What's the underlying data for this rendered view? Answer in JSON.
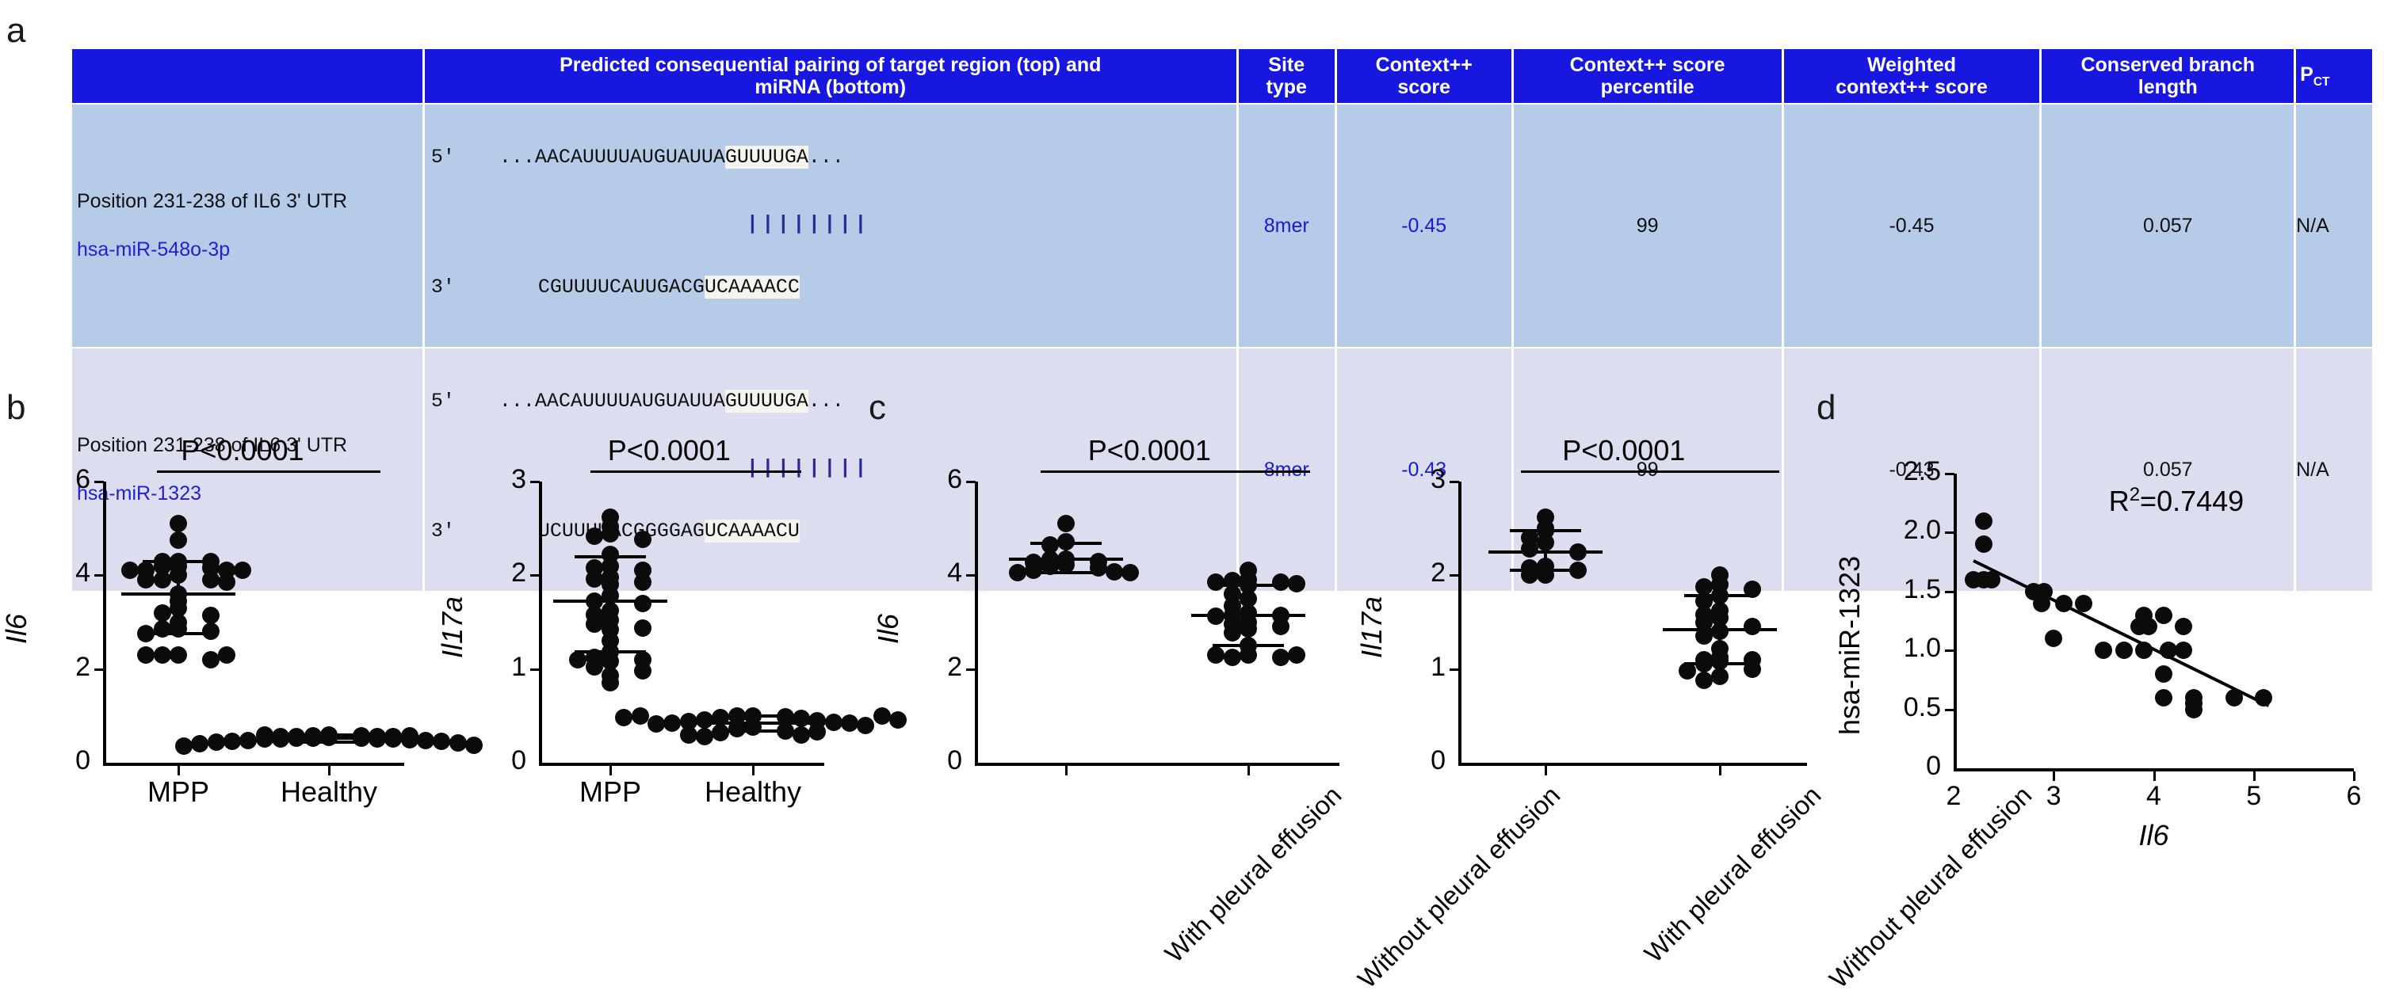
{
  "panels": {
    "a": "a",
    "b": "b",
    "c": "c",
    "d": "d"
  },
  "table": {
    "headers": [
      "",
      "Predicted consequential pairing of target region (top) and miRNA (bottom)",
      "Site type",
      "Context++ score",
      "Context++ score percentile",
      "Weighted context++ score",
      "Conserved branch length",
      "PCT"
    ],
    "header_site_type_l1": "Site",
    "header_site_type_l2": "type",
    "header_ctx_l1": "Context++",
    "header_ctx_l2": "score",
    "header_ctxp_l1": "Context++ score",
    "header_ctxp_l2": "percentile",
    "header_wctx_l1": "Weighted",
    "header_wctx_l2": "context++ score",
    "header_cbl_l1": "Conserved branch",
    "header_cbl_l2": "length",
    "header_pairing_l1": "Predicted consequential pairing of target region (top) and",
    "header_pairing_l2": "miRNA (bottom)",
    "header_pct_main": "P",
    "header_pct_sub": "CT",
    "rows": [
      {
        "position": "Position 231-238 of IL6 3' UTR",
        "mirna": "hsa-miR-548o-3p",
        "five_prime": "5'",
        "three_prime": "3'",
        "target_pre": "...AACAUUUUAUGUAUUA",
        "target_seed": "GUUUUGA",
        "target_post": "...",
        "bars": "||||||||",
        "mirna_pre": "CGUUUUCAUUGACG",
        "mirna_seed": "UCAAAACC",
        "site_type": "8mer",
        "context_score": "-0.45",
        "context_percentile": "99",
        "weighted_context": "-0.45",
        "branch_length": "0.057",
        "pct": "N/A"
      },
      {
        "position": "Position 231-238 of IL6 3' UTR",
        "mirna": "hsa-miR-1323",
        "five_prime": "5'",
        "three_prime": "3'",
        "target_pre": "...AACAUUUUAUGUAUUA",
        "target_seed": "GUUUUGA",
        "target_post": "...",
        "bars": "||||||||",
        "mirna_pre": "UCUUUUACGGGGAG",
        "mirna_seed": "UCAAAACU",
        "site_type": "8mer",
        "context_score": "-0.43",
        "context_percentile": "99",
        "weighted_context": "-0.43",
        "branch_length": "0.057",
        "pct": "N/A"
      }
    ]
  },
  "chart_data": [
    {
      "id": "b1",
      "type": "scatter",
      "panel": "b",
      "ylabel": "Il6",
      "xlabel": "",
      "ylim": [
        0,
        6
      ],
      "yticks": [
        "0",
        "2",
        "4",
        "6"
      ],
      "ytick_values": [
        0,
        2,
        4,
        6
      ],
      "annotation": "P<0.0001",
      "categories": [
        "MPP",
        "Healthy"
      ],
      "groups": [
        {
          "name": "MPP",
          "mean": 3.6,
          "sd_upper": 4.3,
          "sd_lower": 2.75,
          "values": [
            5.1,
            4.75,
            4.3,
            4.3,
            4.3,
            4.2,
            4.2,
            4.15,
            4.1,
            4.1,
            4.1,
            4.1,
            4.0,
            3.9,
            3.9,
            3.9,
            3.85,
            3.6,
            3.45,
            3.3,
            3.2,
            3.15,
            3.0,
            2.85,
            2.85,
            2.8,
            2.75,
            2.3,
            2.3,
            2.2,
            2.3,
            2.3
          ]
        },
        {
          "name": "Healthy",
          "mean": 0.52,
          "sd_upper": 0.6,
          "sd_lower": 0.44,
          "values": [
            0.6,
            0.58,
            0.57,
            0.56,
            0.55,
            0.55,
            0.54,
            0.53,
            0.52,
            0.52,
            0.51,
            0.5,
            0.5,
            0.5,
            0.49,
            0.48,
            0.47,
            0.46,
            0.45,
            0.44,
            0.42,
            0.4,
            0.38,
            0.36,
            0.55,
            0.6,
            0.58
          ]
        }
      ]
    },
    {
      "id": "b2",
      "type": "scatter",
      "panel": "b",
      "ylabel": "Il17a",
      "xlabel": "",
      "ylim": [
        0,
        3
      ],
      "yticks": [
        "0",
        "1",
        "2",
        "3"
      ],
      "ytick_values": [
        0,
        1,
        2,
        3
      ],
      "annotation": "P<0.0001",
      "categories": [
        "MPP",
        "Healthy"
      ],
      "groups": [
        {
          "name": "MPP",
          "mean": 1.72,
          "sd_upper": 2.2,
          "sd_lower": 1.18,
          "values": [
            2.62,
            2.52,
            2.44,
            2.42,
            2.38,
            2.22,
            2.1,
            2.08,
            2.05,
            1.98,
            1.96,
            1.93,
            1.9,
            1.78,
            1.72,
            1.7,
            1.62,
            1.58,
            1.52,
            1.48,
            1.44,
            1.42,
            1.3,
            1.18,
            1.12,
            1.1,
            1.1,
            1.08,
            1.02,
            0.98,
            0.93,
            0.85
          ]
        },
        {
          "name": "Healthy",
          "mean": 0.42,
          "sd_upper": 0.5,
          "sd_lower": 0.34,
          "values": [
            0.5,
            0.5,
            0.49,
            0.48,
            0.47,
            0.46,
            0.45,
            0.44,
            0.43,
            0.42,
            0.42,
            0.41,
            0.4,
            0.38,
            0.36,
            0.34,
            0.32,
            0.3,
            0.28,
            0.5,
            0.5,
            0.48,
            0.46,
            0.33,
            0.3
          ]
        }
      ]
    },
    {
      "id": "c1",
      "type": "scatter",
      "panel": "c",
      "ylabel": "Il6",
      "xlabel": "",
      "ylim": [
        0,
        6
      ],
      "yticks": [
        "0",
        "2",
        "4",
        "6"
      ],
      "ytick_values": [
        0,
        2,
        4,
        6
      ],
      "annotation": "P<0.0001",
      "categories": [
        "With pleural effusion",
        "Without pleural effusion"
      ],
      "groups": [
        {
          "name": "With pleural effusion",
          "mean": 4.35,
          "sd_upper": 4.68,
          "sd_lower": 4.05,
          "values": [
            5.1,
            4.72,
            4.65,
            4.35,
            4.35,
            4.3,
            4.28,
            4.22,
            4.2,
            4.15,
            4.1,
            4.08,
            4.05,
            4.05
          ]
        },
        {
          "name": "Without pleural effusion",
          "mean": 3.15,
          "sd_upper": 3.78,
          "sd_lower": 2.5,
          "values": [
            4.1,
            3.9,
            3.88,
            3.85,
            3.85,
            3.82,
            3.78,
            3.6,
            3.5,
            3.35,
            3.2,
            3.15,
            3.15,
            3.12,
            3.0,
            2.95,
            2.9,
            2.85,
            2.78,
            2.5,
            2.3,
            2.25,
            2.25,
            2.3,
            2.3
          ]
        }
      ]
    },
    {
      "id": "c2",
      "type": "scatter",
      "panel": "c",
      "ylabel": "Il17a",
      "xlabel": "",
      "ylim": [
        0,
        3
      ],
      "yticks": [
        "0",
        "1",
        "2",
        "3"
      ],
      "ytick_values": [
        0,
        1,
        2,
        3
      ],
      "annotation": "P<0.0001",
      "categories": [
        "With pleural effusion",
        "Without pleural effusion"
      ],
      "groups": [
        {
          "name": "With pleural effusion",
          "mean": 2.25,
          "sd_upper": 2.48,
          "sd_lower": 2.05,
          "values": [
            2.62,
            2.5,
            2.48,
            2.4,
            2.35,
            2.28,
            2.25,
            2.1,
            2.08,
            2.05,
            2.0,
            2.0
          ]
        },
        {
          "name": "Without pleural effusion",
          "mean": 1.42,
          "sd_upper": 1.78,
          "sd_lower": 1.06,
          "values": [
            2.0,
            1.9,
            1.88,
            1.85,
            1.78,
            1.72,
            1.62,
            1.58,
            1.55,
            1.5,
            1.45,
            1.4,
            1.35,
            1.22,
            1.12,
            1.1,
            1.08,
            1.06,
            1.0,
            0.98,
            0.92,
            0.88,
            1.1
          ]
        }
      ]
    },
    {
      "id": "d",
      "type": "scatter",
      "panel": "d",
      "ylabel": "hsa-miR-1323",
      "xlabel": "Il6",
      "xlim": [
        2,
        6
      ],
      "ylim": [
        0,
        2.5
      ],
      "xticks": [
        "2",
        "3",
        "4",
        "5",
        "6"
      ],
      "xtick_values": [
        2,
        3,
        4,
        5,
        6
      ],
      "yticks": [
        "0",
        "0.5",
        "1.0",
        "1.5",
        "2.0",
        "2.5"
      ],
      "ytick_values": [
        0,
        0.5,
        1.0,
        1.5,
        2.0,
        2.5
      ],
      "annotation": "R2=0.7449",
      "annotation_base": "R",
      "annotation_sup": "2",
      "annotation_tail": "=0.7449",
      "fit_line": {
        "x1": 2.2,
        "y1": 1.76,
        "x2": 5.15,
        "y2": 0.53
      },
      "points": [
        {
          "x": 2.3,
          "y": 2.1
        },
        {
          "x": 2.3,
          "y": 1.9
        },
        {
          "x": 2.2,
          "y": 1.6
        },
        {
          "x": 2.3,
          "y": 1.6
        },
        {
          "x": 2.38,
          "y": 1.6
        },
        {
          "x": 2.8,
          "y": 1.5
        },
        {
          "x": 2.9,
          "y": 1.5
        },
        {
          "x": 2.88,
          "y": 1.4
        },
        {
          "x": 3.1,
          "y": 1.4
        },
        {
          "x": 3.3,
          "y": 1.4
        },
        {
          "x": 3.0,
          "y": 1.1
        },
        {
          "x": 3.5,
          "y": 1.0
        },
        {
          "x": 3.7,
          "y": 1.0
        },
        {
          "x": 3.9,
          "y": 1.0
        },
        {
          "x": 3.85,
          "y": 1.2
        },
        {
          "x": 3.95,
          "y": 1.2
        },
        {
          "x": 3.9,
          "y": 1.3
        },
        {
          "x": 4.1,
          "y": 1.3
        },
        {
          "x": 4.3,
          "y": 1.2
        },
        {
          "x": 4.15,
          "y": 1.0
        },
        {
          "x": 4.3,
          "y": 1.0
        },
        {
          "x": 4.1,
          "y": 0.8
        },
        {
          "x": 4.1,
          "y": 0.6
        },
        {
          "x": 4.4,
          "y": 0.6
        },
        {
          "x": 4.4,
          "y": 0.5
        },
        {
          "x": 4.4,
          "y": 0.55
        },
        {
          "x": 4.8,
          "y": 0.6
        },
        {
          "x": 5.1,
          "y": 0.6
        }
      ]
    }
  ]
}
